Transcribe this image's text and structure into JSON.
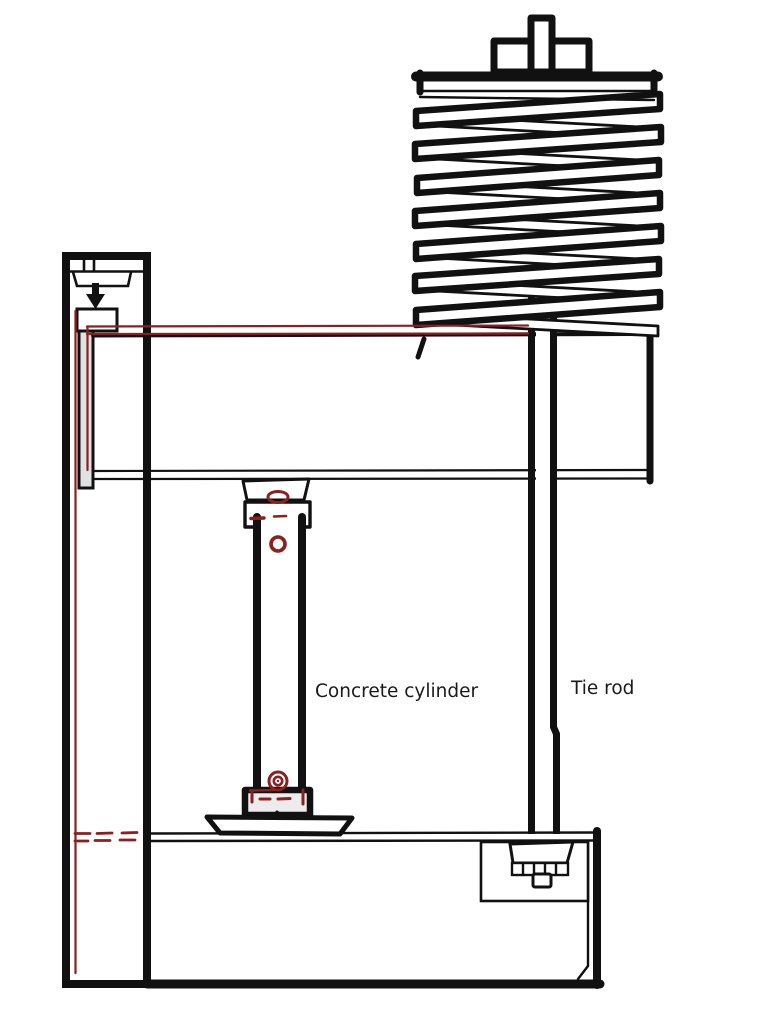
{
  "page": {
    "background": "#ffffff",
    "description": "Hand-drawn schematic of a spring-loaded concrete creep test frame"
  },
  "labels": {
    "concrete_cylinder": "Concrete cylinder",
    "tie_rod": "Tie rod"
  },
  "colors": {
    "ink": "#111111",
    "annotation_red": "#8a2020",
    "plate_gray": "#e2e2e2",
    "block_gray": "#ececec"
  },
  "icons": {
    "load_arrow": "▼"
  }
}
